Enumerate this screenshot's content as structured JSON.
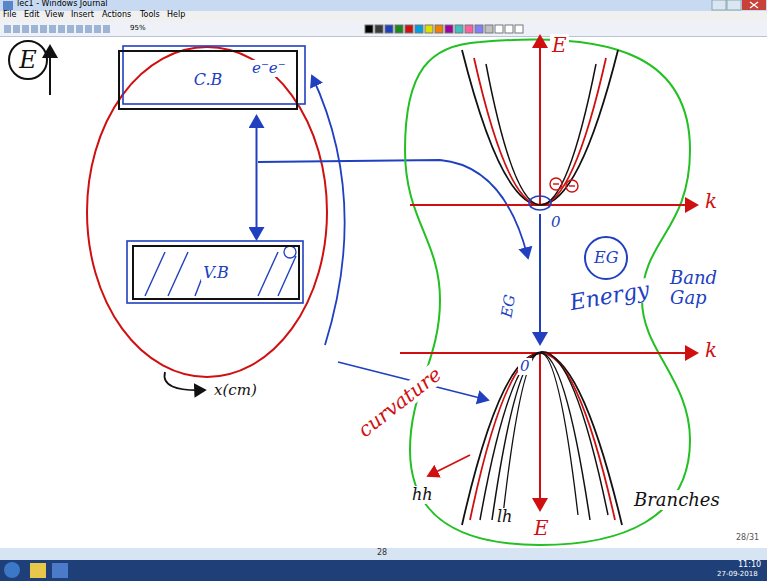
{
  "diagram": {
    "nodes": [
      {
        "text": [
          "E"
        ]
      },
      {
        "text": [
          "C.B"
        ]
      },
      {
        "text": [
          "V.B"
        ]
      },
      {
        "text": [
          "EG"
        ]
      }
    ],
    "edges": [
      {
        "from": 1,
        "to": 2,
        "arrow": "both"
      }
    ],
    "labels": [
      "lec1 - Windows Journal",
      "File",
      "Edit",
      "View",
      "Insert",
      "Actions",
      "Tools",
      "Help",
      "95%",
      "e⁻e⁻",
      "x(cm)",
      "E",
      "k",
      "0",
      "Energy",
      "Band Gap",
      "EG",
      "0",
      "k",
      "curvature",
      "hh",
      "lh",
      "E",
      "Branches",
      "28",
      "28/31",
      "11:10",
      "27-09-2018"
    ]
  }
}
